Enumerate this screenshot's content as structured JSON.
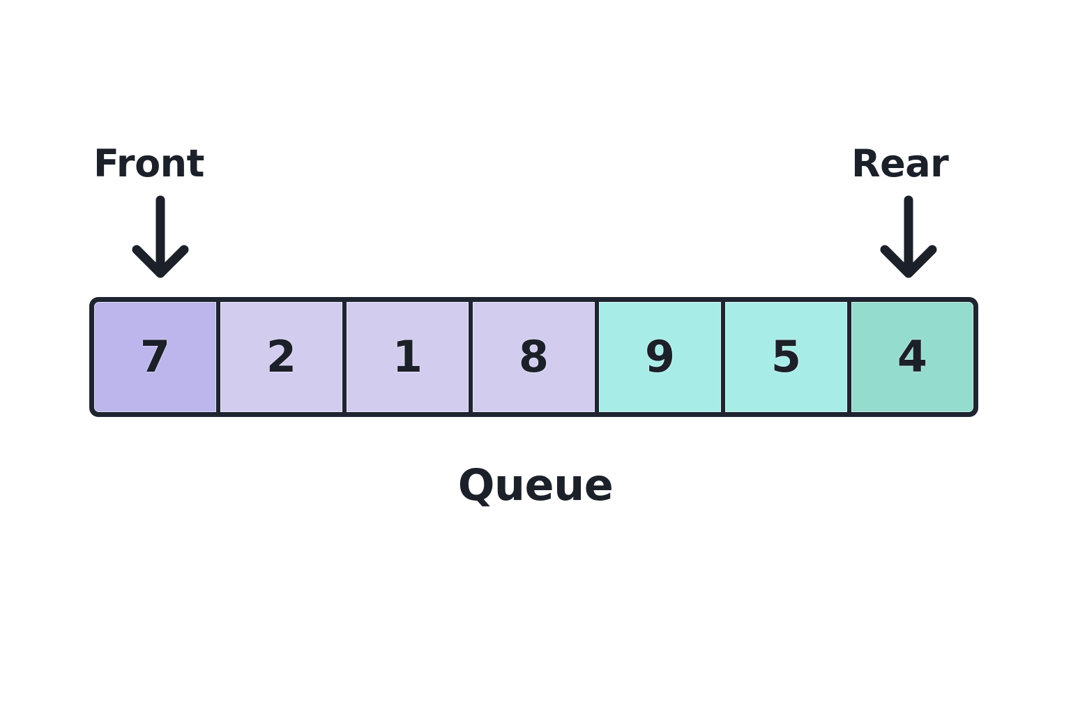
{
  "diagram": {
    "title": "Queue",
    "caption": "Queue",
    "background_color": "#FFFFFF",
    "outline_color": "#1E2430",
    "text_color": "#1B2029"
  },
  "pointers": [
    {
      "id": "front",
      "label": "Front",
      "icon": "arrow-down-icon",
      "target_index": 0
    },
    {
      "id": "rear",
      "label": "Rear",
      "icon": "arrow-down-icon",
      "target_index": 6
    }
  ],
  "queue": {
    "count": 7,
    "cells": [
      {
        "value": "7",
        "color": "#BCB6EC"
      },
      {
        "value": "2",
        "color": "#D2CCEF"
      },
      {
        "value": "1",
        "color": "#D2CCEF"
      },
      {
        "value": "8",
        "color": "#D2CCEF"
      },
      {
        "value": "9",
        "color": "#A8ECE8"
      },
      {
        "value": "5",
        "color": "#A8ECE8"
      },
      {
        "value": "4",
        "color": "#94DCCD"
      }
    ]
  }
}
